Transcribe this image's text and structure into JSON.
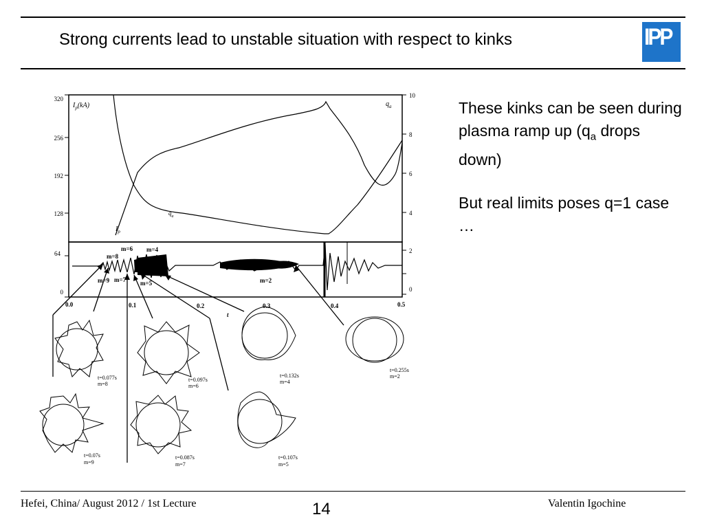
{
  "slide": {
    "title": "Strong currents lead to unstable situation with respect to kinks",
    "logo_text": "IPP",
    "page_number": "14"
  },
  "side_text": {
    "para1_a": "These kinks can be seen during plasma ramp up (q",
    "para1_sub": "a",
    "para1_b": " drops down)",
    "para2": "But real limits poses q=1 case …"
  },
  "footer": {
    "left": "Hefei, China/ August 2012 / 1st Lecture",
    "right": "Valentin Igochine"
  },
  "figure": {
    "ip_label": "I",
    "ip_sub": "p",
    "ip_unit": "(kA)",
    "qa_label": "q",
    "qa_sub": "a",
    "t_label": "t",
    "left_ticks": [
      "320",
      "256",
      "192",
      "128",
      "64",
      "0"
    ],
    "right_ticks": [
      "10",
      "8",
      "6",
      "4",
      "2",
      "0"
    ],
    "t_ticks": [
      "0.0",
      "0.1",
      "0.2",
      "0.3",
      "0.4",
      "0.5"
    ],
    "mode_labels": [
      "m=8",
      "m=6",
      "m=4",
      "m=9",
      "m=7",
      "m=5",
      "m=2"
    ],
    "snapshots": [
      {
        "time": "t=0.077s",
        "mode": "m=8"
      },
      {
        "time": "t=0.097s",
        "mode": "m=6"
      },
      {
        "time": "t=0.132s",
        "mode": "m=4"
      },
      {
        "time": "t=0.255s",
        "mode": "m=2"
      },
      {
        "time": "t=0.07s",
        "mode": "m=9"
      },
      {
        "time": "t=0.087s",
        "mode": "m=7"
      },
      {
        "time": "t=0.107s",
        "mode": "m=5"
      }
    ]
  }
}
